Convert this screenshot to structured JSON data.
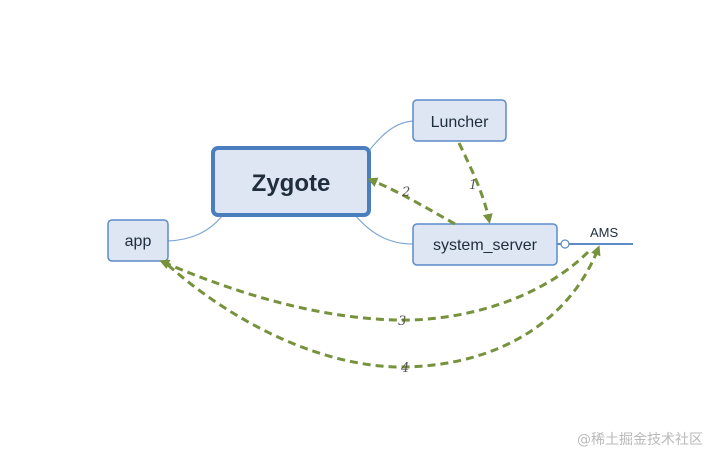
{
  "diagram": {
    "nodes": {
      "zygote": "Zygote",
      "app": "app",
      "luncher": "Luncher",
      "system_server": "system_server",
      "ams": "AMS"
    },
    "edge_labels": {
      "e1": "1",
      "e2": "2",
      "e3": "3",
      "e4": "4"
    }
  },
  "colors": {
    "node_fill": "#dde6f2",
    "node_border": "#5b8bc9",
    "main_border": "#4a7ebf",
    "connector": "#7fa6d3",
    "arrow": "#76923c",
    "text": "#1f2d3d"
  },
  "watermark": "@稀土掘金技术社区"
}
